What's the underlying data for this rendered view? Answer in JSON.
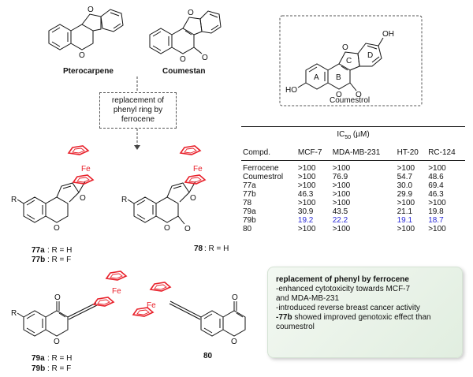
{
  "top": {
    "pterocarpene": "Pterocarpene",
    "coumestan": "Coumestan",
    "replacement_box": [
      "replacement of",
      "phenyl ring by",
      "ferrocene"
    ]
  },
  "coumestrol_box": {
    "name": "Coumestrol",
    "ho_left": "HO",
    "oh_right": "OH",
    "ring_a": "A",
    "ring_b": "B",
    "ring_c": "C",
    "ring_d": "D"
  },
  "atoms": {
    "o": "O",
    "fe": "Fe",
    "r": "R"
  },
  "compounds": {
    "c77_label_a_bold": "77a",
    "c77_label_a_rest": ": R = H",
    "c77_label_b_bold": "77b",
    "c77_label_b_rest": ": R = F",
    "c78_bold": "78",
    "c78_rest": ": R = H",
    "c79_label_a_bold": "79a",
    "c79_label_a_rest": ": R = H",
    "c79_label_b_bold": "79b",
    "c79_label_b_rest": ": R = F",
    "c80": "80"
  },
  "table": {
    "title_main": "IC",
    "title_sub": "50",
    "title_unit": " (µM)",
    "columns": [
      "Compd.",
      "MCF-7",
      "MDA-MB-231",
      "HT-20",
      "RC-124"
    ],
    "rows": [
      [
        "Ferrocene",
        ">100",
        ">100",
        ">100",
        ">100"
      ],
      [
        "Coumestrol",
        ">100",
        "76.9",
        "54.7",
        "48.6"
      ],
      [
        "77a",
        ">100",
        ">100",
        "30.0",
        "69.4"
      ],
      [
        "77b",
        "46.3",
        ">100",
        "29.9",
        "46.3"
      ],
      [
        "78",
        ">100",
        ">100",
        ">100",
        ">100"
      ],
      [
        "79a",
        "30.9",
        "43.5",
        "21.1",
        "19.8"
      ],
      [
        "79b",
        "19.2",
        "22.2",
        "19.1",
        "18.7"
      ],
      [
        "80",
        ">100",
        ">100",
        ">100",
        ">100"
      ]
    ],
    "highlight_color": "#2b2bd8"
  },
  "summary": {
    "title": "replacement of phenyl by ferrocene",
    "line1": "-enhanced cytotoxicity towards MCF-7",
    "line2": "and MDA-MB-231",
    "line3": "-introduced reverse breast cancer activity",
    "line4_bold": "-77b",
    "line4_rest": " showed improved genotoxic effect than",
    "line5": "coumestrol"
  },
  "colors": {
    "ferrocene": "#e8202a",
    "bond": "#111111"
  }
}
